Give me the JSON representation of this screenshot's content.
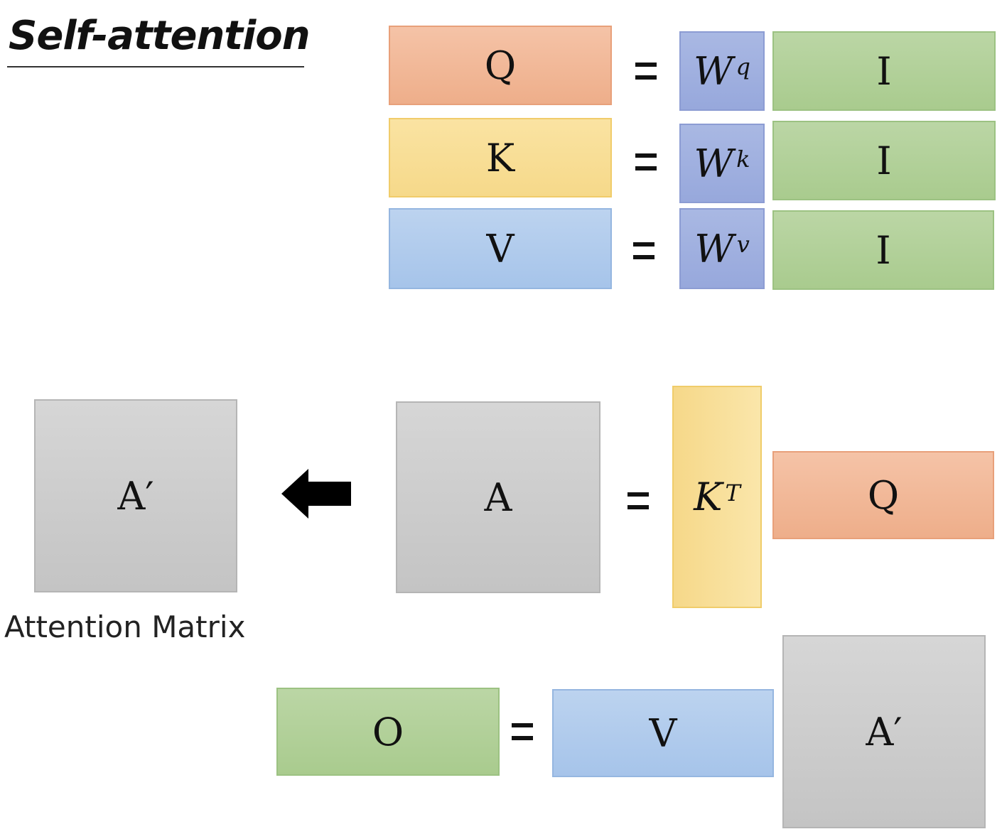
{
  "title": "Self-attention",
  "caption": "Attention Matrix",
  "row_q": {
    "lhs": "Q",
    "w_base": "W",
    "w_sup": "q",
    "input": "I"
  },
  "row_k": {
    "lhs": "K",
    "w_base": "W",
    "w_sup": "k",
    "input": "I"
  },
  "row_v": {
    "lhs": "V",
    "w_base": "W",
    "w_sup": "v",
    "input": "I"
  },
  "attn": {
    "a_prime": "A′",
    "a": "A",
    "kt_base": "K",
    "kt_sup": "T",
    "q": "Q"
  },
  "output": {
    "o": "O",
    "v": "V",
    "a_prime": "A′"
  },
  "colors": {
    "orange": "#eeae8a",
    "yellow": "#f6d98a",
    "blue": "#a6c4ea",
    "purple": "#97a8dc",
    "green": "#a9cb8e",
    "gray": "#c4c4c4"
  }
}
